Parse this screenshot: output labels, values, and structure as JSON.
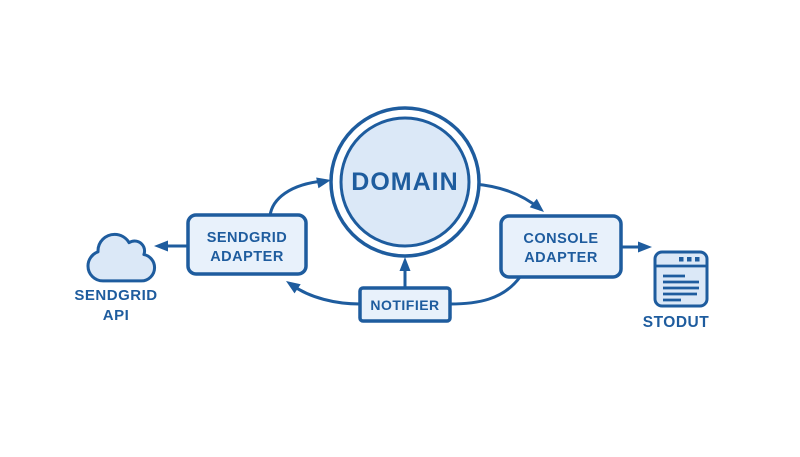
{
  "diagram": {
    "colors": {
      "stroke": "#1e5c9e",
      "node_fill": "#e8f1fb",
      "shape_fill": "#dbe8f7",
      "background": "#ffffff"
    },
    "nodes": {
      "domain": {
        "label": "DOMAIN",
        "shape": "double-circle"
      },
      "sendgrid_adapter": {
        "line1": "SENDGRID",
        "line2": "ADAPTER",
        "shape": "rounded-box"
      },
      "console_adapter": {
        "line1": "CONSOLE",
        "line2": "ADAPTER",
        "shape": "rounded-box"
      },
      "notifier": {
        "label": "NOTIFIER",
        "shape": "box"
      },
      "sendgrid_api": {
        "line1": "SENDGRID",
        "line2": "API",
        "icon": "cloud-icon"
      },
      "stdout": {
        "label": "STODUT",
        "icon": "browser-window-icon"
      }
    },
    "connections": [
      {
        "from": "sendgrid-adapter",
        "to": "domain",
        "arrow": true
      },
      {
        "from": "domain",
        "to": "console-adapter",
        "arrow": true
      },
      {
        "from": "notifier",
        "to": "domain",
        "arrow": true
      },
      {
        "from": "notifier",
        "to": "sendgrid-adapter",
        "arrow": true
      },
      {
        "from": "notifier",
        "to": "console-adapter",
        "arrow": false
      },
      {
        "from": "sendgrid-adapter",
        "to": "sendgrid-api",
        "arrow": true
      },
      {
        "from": "console-adapter",
        "to": "stdout",
        "arrow": true
      }
    ]
  }
}
